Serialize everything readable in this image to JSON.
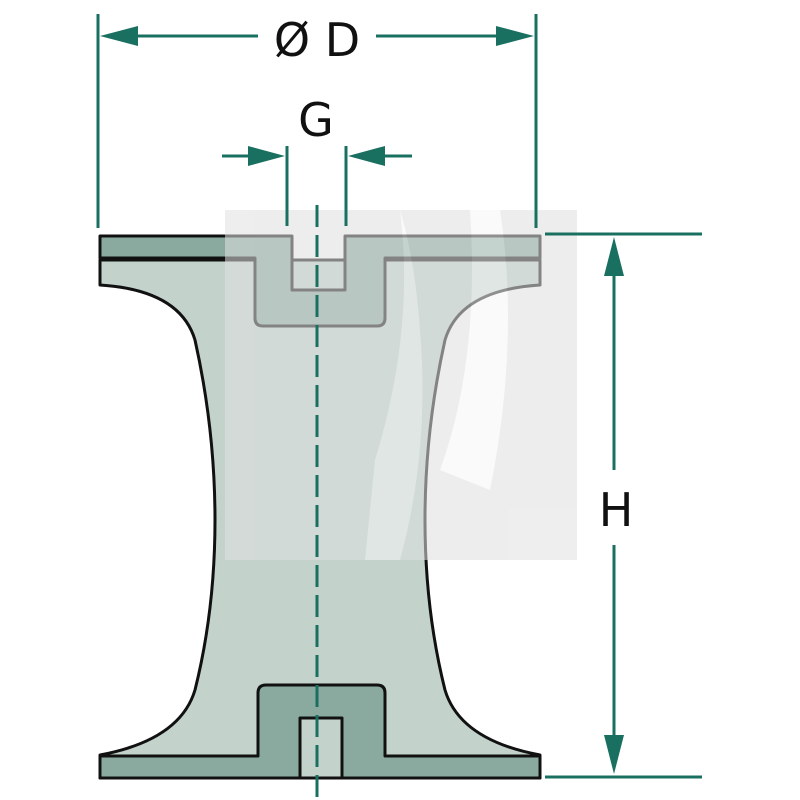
{
  "labels": {
    "diameter": "Ø D",
    "groove_width": "G",
    "height": "H"
  },
  "colors": {
    "dimension": "#1a7060",
    "body_fill": "#c3d3cc",
    "insert_fill": "#8aaaa0",
    "outline": "#111111",
    "watermark": "#e0e0e0",
    "background": "#ffffff"
  }
}
